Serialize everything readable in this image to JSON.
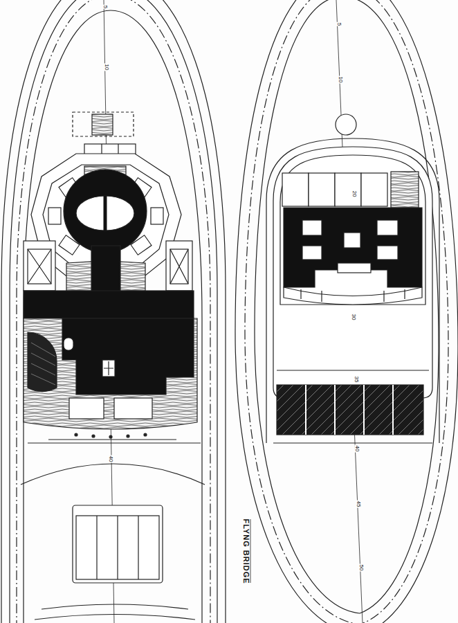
{
  "diagram": {
    "labels": [
      "5",
      "10",
      "40",
      "5",
      "10",
      "20",
      "30",
      "35",
      "40",
      "45",
      "50",
      "FLYNG BRIDGE"
    ]
  }
}
